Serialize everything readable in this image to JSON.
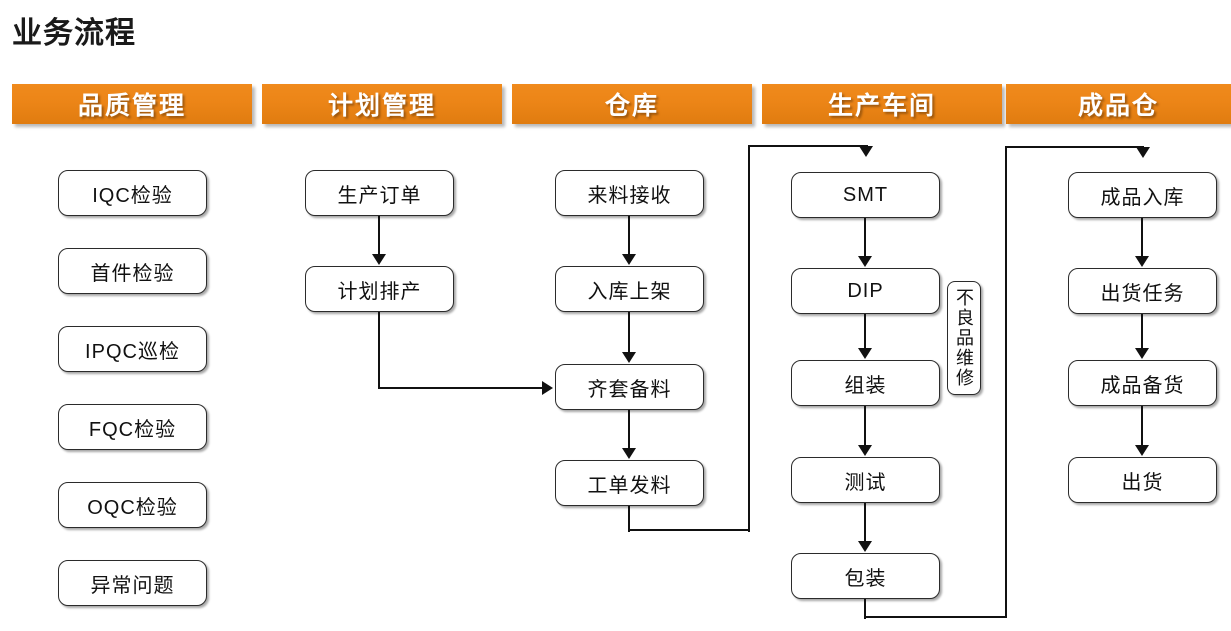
{
  "page": {
    "title": "业务流程"
  },
  "accent_color": "#ec8517",
  "columns": [
    {
      "key": "quality",
      "header": "品质管理",
      "nodes": [
        "IQC检验",
        "首件检验",
        "IPQC巡检",
        "FQC检验",
        "OQC检验",
        "异常问题"
      ]
    },
    {
      "key": "planning",
      "header": "计划管理",
      "nodes": [
        "生产订单",
        "计划排产"
      ]
    },
    {
      "key": "warehouse",
      "header": "仓库",
      "nodes": [
        "来料接收",
        "入库上架",
        "齐套备料",
        "工单发料"
      ]
    },
    {
      "key": "production",
      "header": "生产车间",
      "nodes": [
        "SMT",
        "DIP",
        "组装",
        "测试",
        "包装"
      ],
      "side_node": "不良品维修"
    },
    {
      "key": "finished-goods",
      "header": "成品仓",
      "nodes": [
        "成品入库",
        "出货任务",
        "成品备货",
        "出货"
      ]
    }
  ]
}
